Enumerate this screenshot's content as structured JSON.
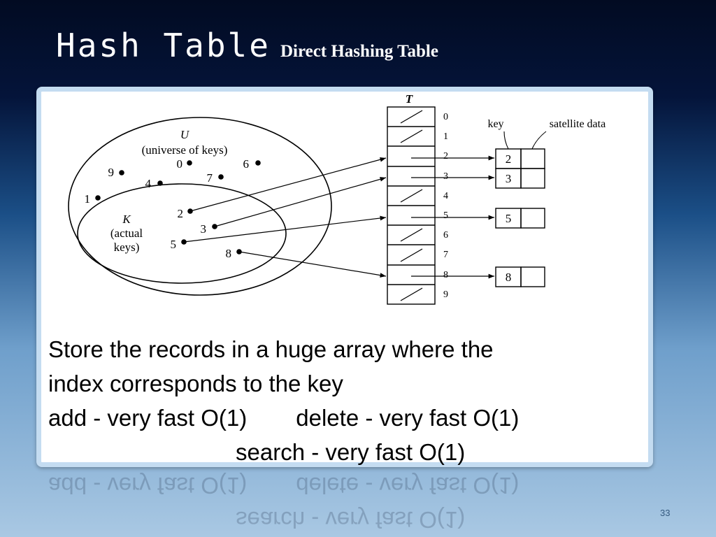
{
  "title": {
    "main": "Hash Table",
    "sub": "Direct Hashing Table"
  },
  "diagram": {
    "table_label": "T",
    "universe_label": "U",
    "universe_caption": "(universe of keys)",
    "subset_label": "K",
    "subset_caption_1": "(actual",
    "subset_caption_2": "keys)",
    "key_header": "key",
    "data_header": "satellite data",
    "unused_keys": [
      "9",
      "0",
      "6",
      "7",
      "4",
      "1"
    ],
    "actual_keys": [
      "2",
      "3",
      "5",
      "8"
    ],
    "slot_indices": [
      "0",
      "1",
      "2",
      "3",
      "4",
      "5",
      "6",
      "7",
      "8",
      "9"
    ],
    "record_keys": [
      "2",
      "3",
      "5",
      "8"
    ]
  },
  "text": {
    "line1": "Store the records in a huge array where the",
    "line2": "index corresponds to the key",
    "add": "add - very fast O(1)",
    "delete": "delete - very fast O(1)",
    "search": "search - very fast O(1)"
  },
  "page_number": "33"
}
